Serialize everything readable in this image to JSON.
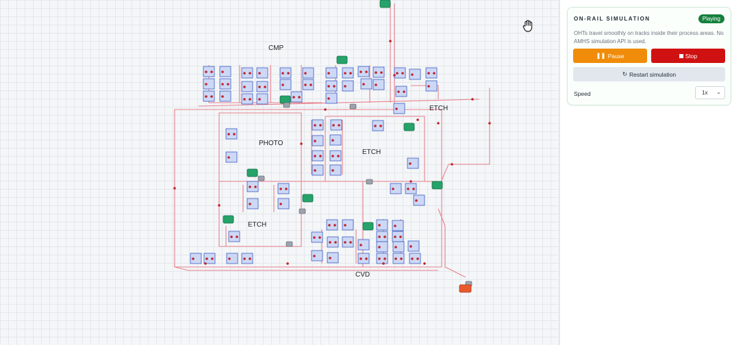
{
  "areas": {
    "cmp": "CMP",
    "photo": "PHOTO",
    "etch_center": "ETCH",
    "etch_right": "ETCH",
    "etch_left": "ETCH",
    "cvd": "CVD"
  },
  "canvas": {
    "hand_icon": "hand-pan-icon",
    "colors": {
      "track": "#e8808c",
      "node": "#c0242a",
      "equipment_fill": "#cdd8f5",
      "equipment_stroke": "#3b5bc0",
      "port": "#26a36a",
      "vehicle": "#9ca3af",
      "vehicle_idle": "#e8592e"
    }
  },
  "panel": {
    "title": "ON-RAIL SIMULATION",
    "status": "Playing",
    "description": "OHTs travel smoothly on tracks inside their process areas. No AMHS simulation API is used.",
    "pause_label": "Pause",
    "stop_label": "Stop",
    "restart_label": "Restart simulation",
    "speed_label": "Speed",
    "speed_value": "1x",
    "colors": {
      "pause": "#f08c0a",
      "stop": "#cf1111",
      "status": "#15803d"
    }
  }
}
